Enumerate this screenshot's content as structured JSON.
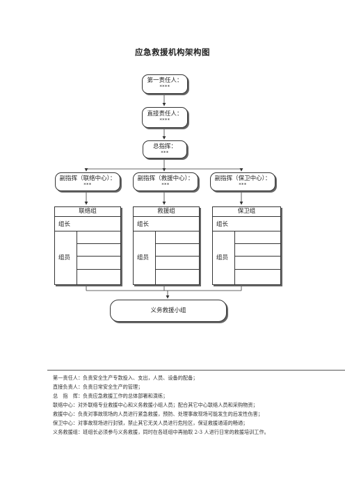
{
  "title": "应急救援机构架构图",
  "nodes": {
    "first_responsible": {
      "label": "第一责任人：",
      "stars": "****"
    },
    "direct_responsible": {
      "label": "直接责任人：",
      "stars": "****"
    },
    "commander": {
      "label": "总指挥：",
      "stars": "***"
    },
    "deputy_liaison": {
      "label": "副指挥（联络中心）：",
      "stars": "***"
    },
    "deputy_rescue": {
      "label": "副指挥（救援中心）：",
      "stars": "***"
    },
    "deputy_security": {
      "label": "副指挥（保卫中心）：",
      "stars": "***"
    },
    "volunteer": {
      "label": "义务救援小组"
    }
  },
  "groups": [
    {
      "name": "联络组",
      "leader": "组长",
      "members": "组员"
    },
    {
      "name": "救援组",
      "leader": "组长",
      "members": "组员"
    },
    {
      "name": "保卫组",
      "leader": "组长",
      "members": "组员"
    }
  ],
  "notes": [
    "第一责任人：负责安全生产专款投入、支出，人员、设备的配备；",
    "直接负责人：负责日常安全生产的管理；",
    "总　指　挥：负责应急救援工作的总体部署和演练；",
    "联络中心：对外联络专业救援中心和义务救援小组人员；配合其它中心联络人员和采购物资；",
    "救援中心：负责对事故现场的人员进行紧急救援，预防、处理事故现场可能发生的后发性伤害；",
    "保卫中心：对事故现场进行封锁，禁止其它无关人员进行危险区，保证救援通道的畅通；",
    "义务救援组：班组长必须参与义务救援，同时在各班组中再抽取 2-3 人进行日常的救援培训工作。"
  ]
}
